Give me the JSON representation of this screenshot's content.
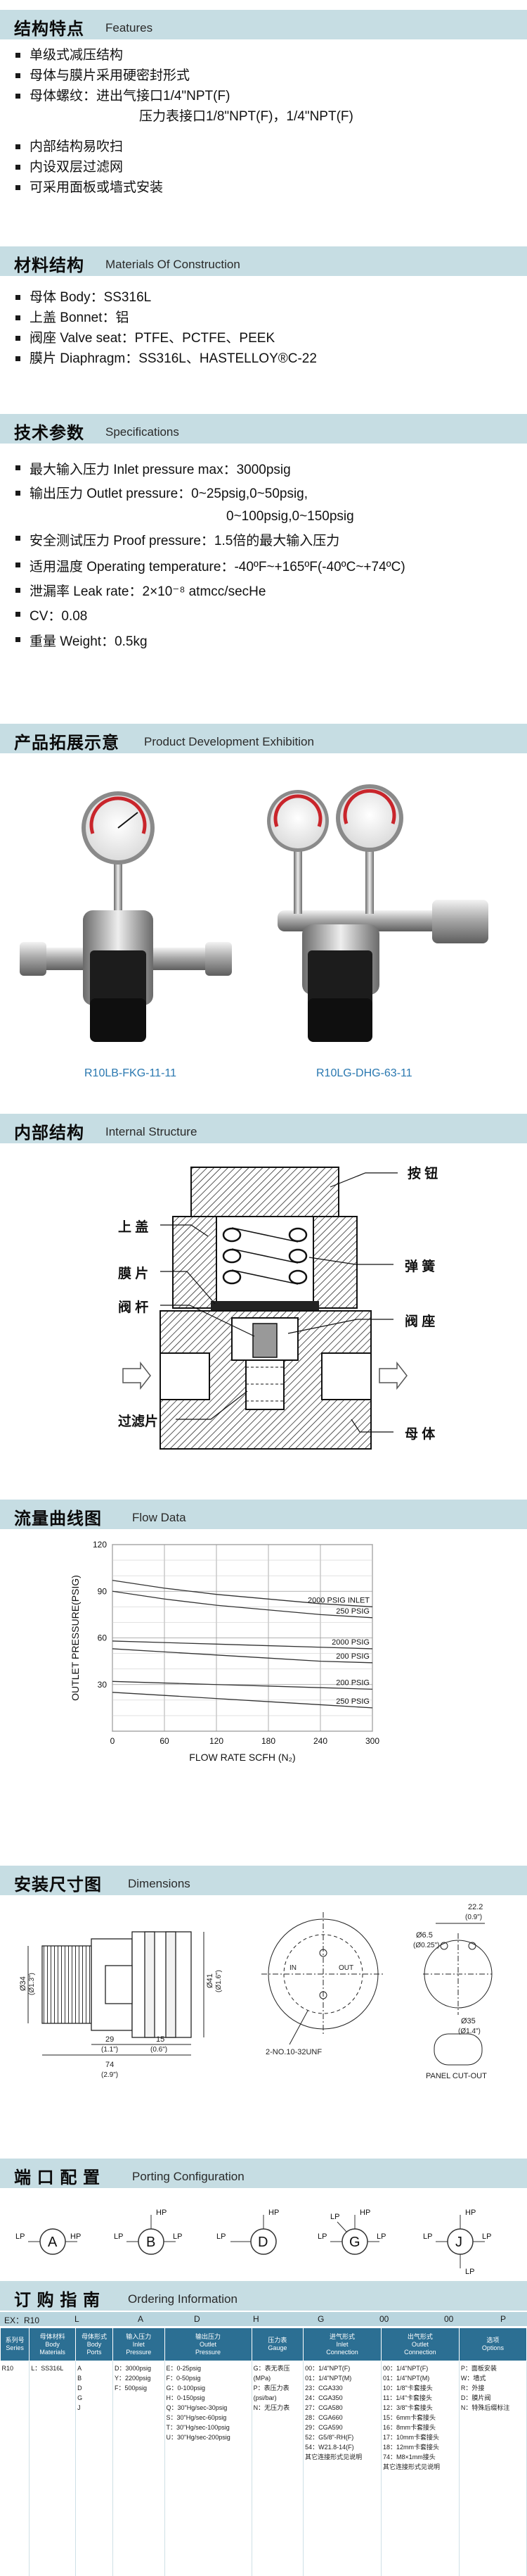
{
  "features": {
    "title_cn": "结构特点",
    "title_en": "Features",
    "items": [
      "单级式减压结构",
      "母体与膜片采用硬密封形式",
      "母体螺纹：进出气接口1/4\"NPT(F)",
      "压力表接口1/8\"NPT(F)，1/4\"NPT(F)",
      "内部结构易吹扫",
      "内设双层过滤网",
      "可采用面板或墙式安装"
    ]
  },
  "materials": {
    "title_cn": "材料结构",
    "title_en": "Materials Of Construction",
    "items": [
      "母体 Body：SS316L",
      "上盖 Bonnet：铝",
      "阀座 Valve seat：PTFE、PCTFE、PEEK",
      "膜片 Diaphragm：SS316L、HASTELLOY®C-22"
    ]
  },
  "specs": {
    "title_cn": "技术参数",
    "title_en": "Specifications",
    "items": [
      "最大输入压力 Inlet pressure max：3000psig",
      "输出压力 Outlet pressure：0~25psig,0~50psig,",
      "0~100psig,0~150psig",
      "安全测试压力 Proof pressure：1.5倍的最大输入压力",
      "适用温度 Operating temperature：-40ºF~+165ºF(-40ºC~+74ºC)",
      "泄漏率 Leak rate：2×10⁻⁸ atmcc/secHe",
      "CV：0.08",
      "重量 Weight：0.5kg"
    ]
  },
  "products": {
    "title_cn": "产品拓展示意",
    "title_en": "Product Development Exhibition",
    "left_caption": "R10LB-FKG-11-11",
    "right_caption": "R10LG-DHG-63-11"
  },
  "internal": {
    "title_cn": "内部结构",
    "title_en": "Internal Structure",
    "labels": {
      "button": "按 钮",
      "bonnet": "上 盖",
      "spring": "弹 簧",
      "diaphragm": "膜 片",
      "stem": "阀 杆",
      "seat": "阀 座",
      "filter": "过滤片",
      "body": "母 体"
    }
  },
  "flow": {
    "title_cn": "流量曲线图",
    "title_en": "Flow Data"
  },
  "chart_data": {
    "type": "line",
    "xlabel": "FLOW RATE SCFH (N₂)",
    "ylabel": "OUTLET PRESSURE(PSIG)",
    "xlim": [
      0,
      300
    ],
    "ylim": [
      0,
      120
    ],
    "x_ticks": [
      "0",
      "60",
      "120",
      "180",
      "240",
      "300"
    ],
    "y_ticks": [
      "30",
      "60",
      "90",
      "120"
    ],
    "grid": true,
    "series": [
      {
        "name": "2000 PSIG INLET",
        "x": [
          0,
          60,
          120,
          180,
          240,
          300
        ],
        "y": [
          97,
          92,
          88,
          85,
          82,
          80
        ]
      },
      {
        "name": "250 PSIG",
        "x": [
          0,
          60,
          120,
          180,
          240,
          300
        ],
        "y": [
          90,
          85,
          81,
          78,
          75,
          73
        ]
      },
      {
        "name": "2000 PSIG",
        "x": [
          0,
          60,
          120,
          180,
          240,
          300
        ],
        "y": [
          58,
          57,
          56,
          55,
          54,
          53
        ]
      },
      {
        "name": "200 PSIG",
        "x": [
          0,
          60,
          120,
          180,
          240,
          300
        ],
        "y": [
          53,
          51,
          49,
          47,
          45,
          44
        ]
      },
      {
        "name": "200 PSIG",
        "x": [
          0,
          60,
          120,
          180,
          240,
          300
        ],
        "y": [
          32,
          31,
          30,
          29,
          28,
          27
        ]
      },
      {
        "name": "250 PSIG",
        "x": [
          0,
          60,
          120,
          180,
          240,
          300
        ],
        "y": [
          25,
          23,
          21,
          19,
          17,
          15
        ]
      }
    ]
  },
  "dimensions": {
    "title_cn": "安装尺寸图",
    "title_en": "Dimensions",
    "d_left": "Ø34",
    "d_left_in": "(Ø1.3\")",
    "d_mid": "Ø41",
    "d_mid_in": "(Ø1.6\")",
    "w1": "29",
    "w1_in": "(1.1\")",
    "w2": "15",
    "w2_in": "(0.6\")",
    "w3": "74",
    "w3_in": "(2.9\")",
    "thread": "2-NO.10-32UNF",
    "p1": "22.2",
    "p1_in": "(0.9\")",
    "p2": "Ø6.5",
    "p2_in": "(Ø0.25\")",
    "p3": "Ø35",
    "p3_in": "(Ø1.4\")",
    "panel": "PANEL CUT-OUT",
    "gauge_out": "OUT",
    "gauge_in": "IN"
  },
  "porting": {
    "title_cn": "端 口 配 置",
    "title_en": "Porting Configuration",
    "lp": "LP",
    "hp": "HP",
    "configs": [
      "A",
      "B",
      "D",
      "G",
      "J"
    ]
  },
  "ordering": {
    "title_cn": "订 购 指 南",
    "title_en": "Ordering Information",
    "example": [
      "EX：R10",
      "L",
      "A",
      "D",
      "H",
      "G",
      "00",
      "00",
      "P"
    ],
    "headers": [
      "系列号\nSeries",
      "母体材料\nBody\nMaterials",
      "母体形式\nBody\nPorts",
      "输入压力\nInlet\nPressure",
      "输出压力\nOutlet\nPressure",
      "压力表\nGauge",
      "进气形式\nInlet\nConnection",
      "出气形式\nOutlet\nConnection",
      "选项\nOptions"
    ],
    "columns": [
      [
        "R10"
      ],
      [
        "L：SS316L"
      ],
      [
        "A",
        "B",
        "D",
        "G",
        "J"
      ],
      [
        "D：3000psig",
        "Y：2200psig",
        "F：500psig"
      ],
      [
        "E：0-25psig",
        "F：0-50psig",
        "G：0-100psig",
        "H：0-150psig",
        "Q：30\"Hg/sec-30psig",
        "S：30\"Hg/sec-60psig",
        "T：30\"Hg/sec-100psig",
        "U：30\"Hg/sec-200psig"
      ],
      [
        "G：表无表压",
        "(MPa)",
        "P：表压力表",
        "(psi/bar)",
        "N：无压力表"
      ],
      [
        "00：1/4\"NPT(F)",
        "01：1/4\"NPT(M)",
        "23：CGA330",
        "24：CGA350",
        "27：CGA580",
        "28：CGA660",
        "29：CGA590",
        "52：G5/8\"-RH(F)",
        "54：W21.8-14(F)",
        "其它连接形式见说明"
      ],
      [
        "00：1/4\"NPT(F)",
        "01：1/4\"NPT(M)",
        "10：1/8\"卡套接头",
        "11：1/4\"卡套接头",
        "12：3/8\"卡套接头",
        "15：6mm卡套接头",
        "16：8mm卡套接头",
        "17：10mm卡套接头",
        "18：12mm卡套接头",
        "74：M8×1mm接头",
        "其它连接形式见说明"
      ],
      [
        "P：面板安装",
        "W：墙式",
        "R：外接",
        "D：膜片阀",
        "N：特殊后缀标注"
      ]
    ]
  }
}
